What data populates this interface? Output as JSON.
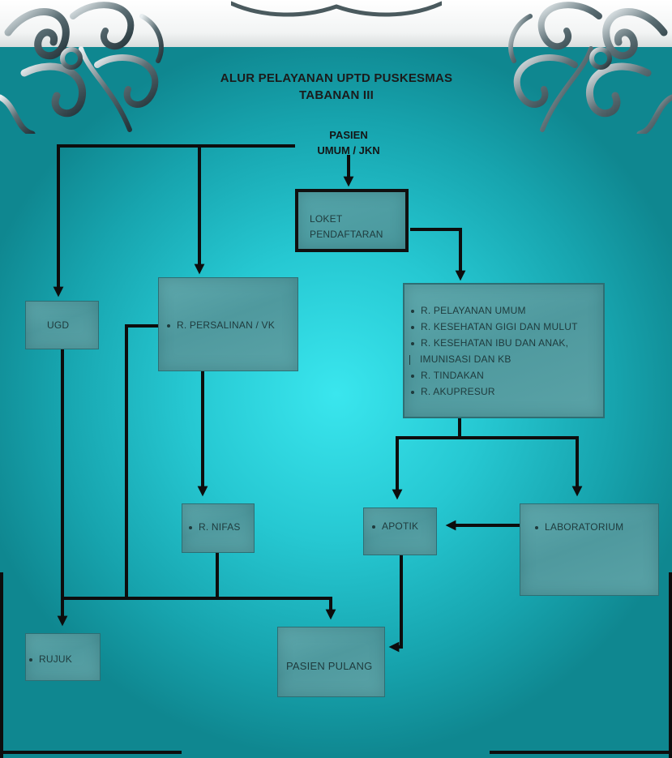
{
  "title": {
    "line1": "ALUR PELAYANAN UPTD PUSKESMAS",
    "line2": "TABANAN III"
  },
  "start": {
    "line1": "PASIEN",
    "line2": "UMUM / JKN"
  },
  "nodes": {
    "loket": {
      "line1": "LOKET",
      "line2": "PENDAFTARAN"
    },
    "ugd": "UGD",
    "persalinan": "R. PERSALINAN / VK",
    "pelayanan_items": [
      "R. PELAYANAN UMUM",
      "R. KESEHATAN GIGI DAN MULUT",
      "R. KESEHATAN IBU DAN ANAK,",
      "IMUNISASI DAN KB",
      "R. TINDAKAN",
      "R. AKUPRESUR"
    ],
    "nifas": "R. NIFAS",
    "apotik": "APOTIK",
    "laboratorium": "LABORATORIUM",
    "rujuk": "RUJUK",
    "pasien_pulang": "PASIEN PULANG"
  },
  "colors": {
    "background_center": "#3ae6ee",
    "background_edge": "#0f8790",
    "box_fill": "#4f999e",
    "line": "#0d0d0d",
    "ornament": "#4a5a5e"
  },
  "icons": [
    "ornament-top-left",
    "ornament-top-right"
  ]
}
